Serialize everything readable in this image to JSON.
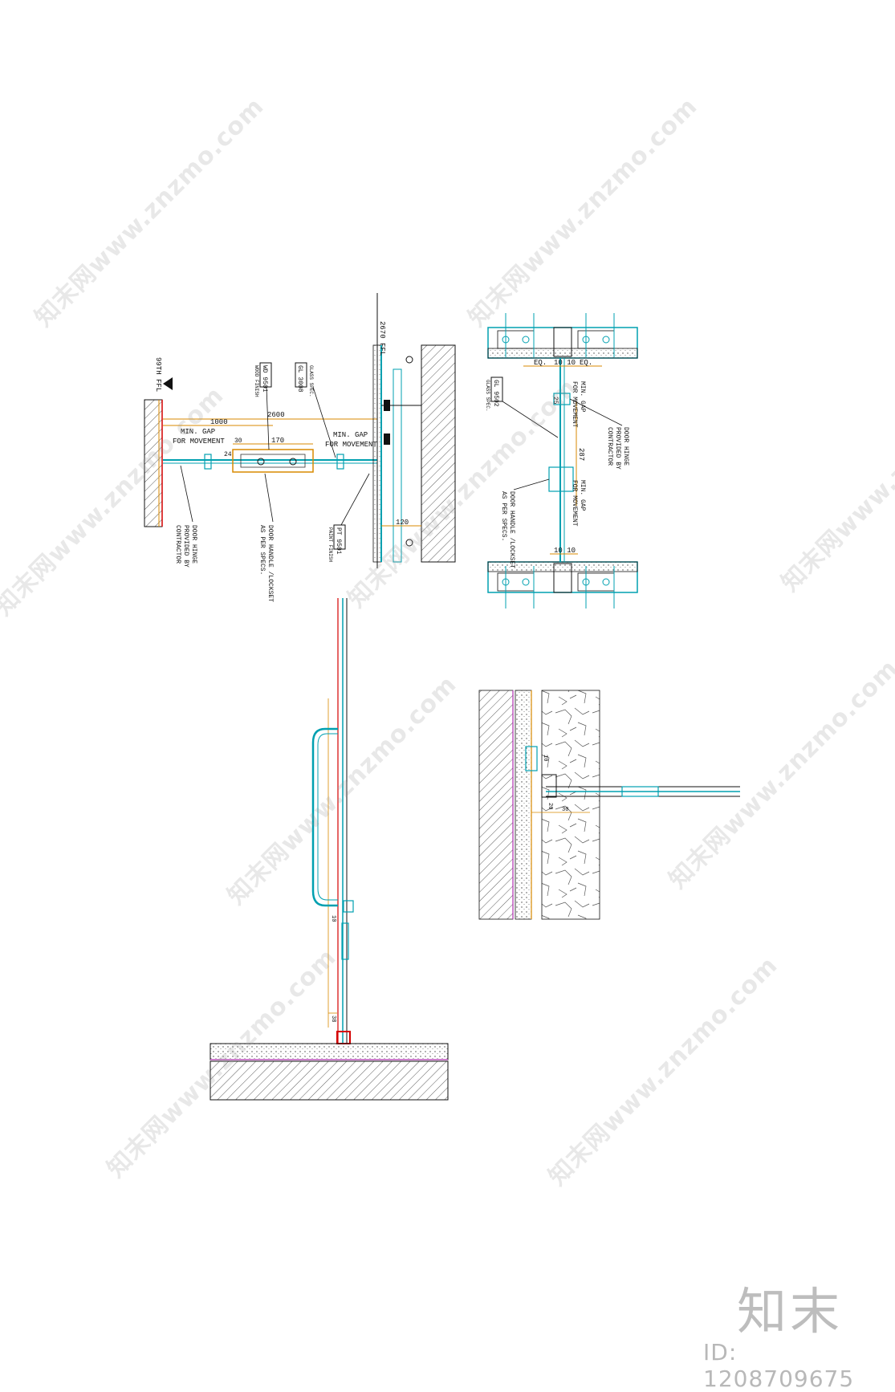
{
  "drawing": {
    "plan_view": {
      "level_left": "99TH FFL",
      "level_right": "2670 FFL",
      "dim_overall": "2600",
      "dim_left": "1000",
      "dim_handle": "170",
      "dim_small_a": "30",
      "dim_small_b": "24",
      "dim_bottom": "120",
      "gap_label_left_1": "MIN. GAP",
      "gap_label_left_2": "FOR MOVEMENT",
      "gap_label_right_1": "MIN. GAP",
      "gap_label_right_2": "FOR MOVEMENT",
      "tag_glass_code": "GL 3008",
      "tag_glass_note": "GLASS SPEC.",
      "tag_wood_code": "WD 9501",
      "tag_wood_note": "WOOD FINISH",
      "tag_paint_code": "PT 9501",
      "tag_paint_note": "PAINT FINISH",
      "callout_hinge_1": "DOOR HINGE",
      "callout_hinge_2": "PROVIDED BY",
      "callout_hinge_3": "CONTRACTOR",
      "callout_handle_1": "DOOR HANDLE /LOCKSET",
      "callout_handle_2": "AS PER SPECS."
    },
    "section_view": {
      "dim_left": "EQ.",
      "dim_mid": "10 10",
      "dim_right": "EQ.",
      "dim_bottom": "10 10",
      "dim_vertical": "287",
      "dim_small": "25",
      "tag_glass_code": "GL 9502",
      "tag_glass_note": "GLASS SPEC.",
      "gap_label_top_1": "MIN. GAP",
      "gap_label_top_2": "FOR MOVEMENT",
      "gap_label_bottom_1": "MIN. GAP",
      "gap_label_bottom_2": "FOR MOVEMENT",
      "callout_hinge_1": "DOOR HINGE",
      "callout_hinge_2": "PROVIDED BY",
      "callout_hinge_3": "CONTRACTOR",
      "callout_handle_1": "DOOR HANDLE /LOCKSET",
      "callout_handle_2": "AS PER SPECS."
    },
    "elevation_view": {
      "dim_bottom": "38",
      "dim_mid": "10"
    },
    "detail_view": {
      "dim_a": "10",
      "dim_b": "20",
      "dim_c": "30"
    }
  },
  "watermark": {
    "text": "知末网www.znzmo.com"
  },
  "brand": {
    "logo": "知末",
    "id_label": "ID: 1208709675"
  },
  "colors": {
    "cyan": "#00a0b0",
    "red": "#d40000",
    "orange": "#d88a00",
    "purple": "#b030b0",
    "line": "#111111"
  }
}
